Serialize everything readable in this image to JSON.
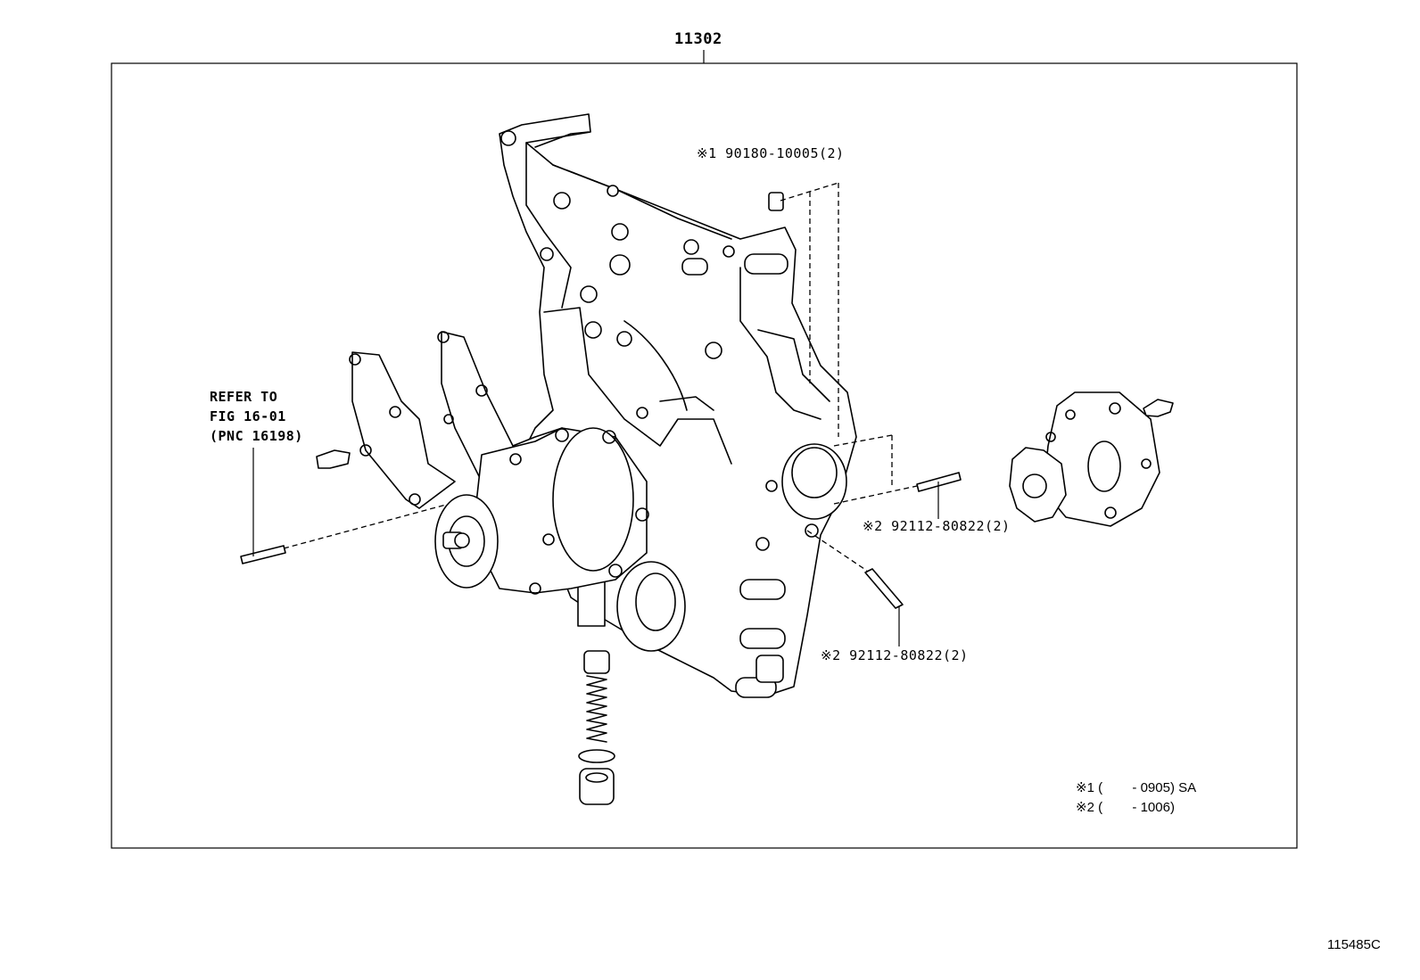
{
  "diagram": {
    "assembly_number": "11302",
    "figure_code": "115485C",
    "callouts": {
      "nut_90180": "※1 90180-10005(2)",
      "stud_right": "※2 92112-80822(2)",
      "stud_lower": "※2 92112-80822(2)"
    },
    "refer_note": {
      "line1": "REFER TO",
      "line2": "FIG 16-01",
      "line3": "(PNC 16198)"
    },
    "footnotes": {
      "note1": "※1 (        - 0905) SA",
      "note2": "※2 (        - 1006)"
    }
  }
}
